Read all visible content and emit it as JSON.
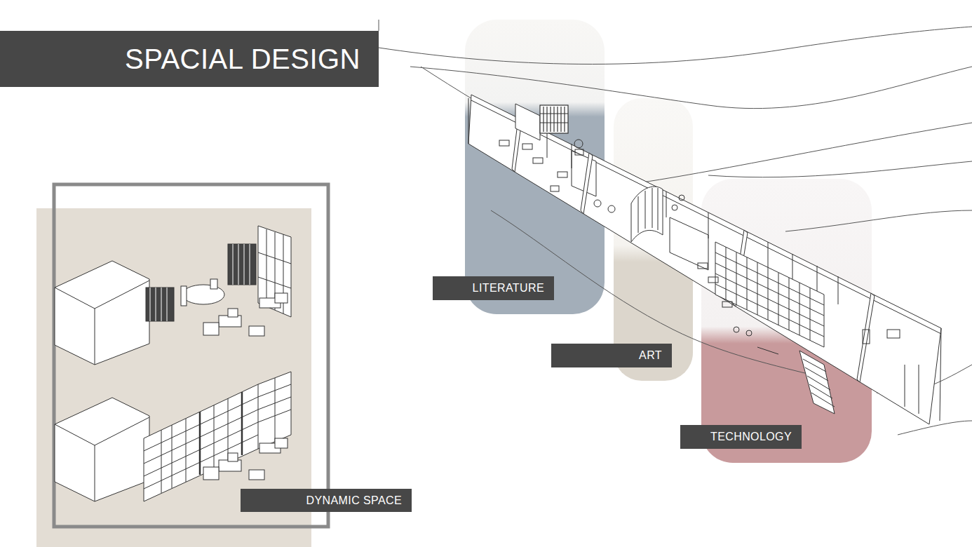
{
  "diagram": {
    "title": "SPACIAL DESIGN",
    "nodes": [
      {
        "text": [
          "LITERATURE"
        ]
      },
      {
        "text": [
          "ART"
        ]
      },
      {
        "text": [
          "TECHNOLOGY"
        ]
      },
      {
        "text": [
          "DYNAMIC SPACE"
        ]
      }
    ]
  }
}
